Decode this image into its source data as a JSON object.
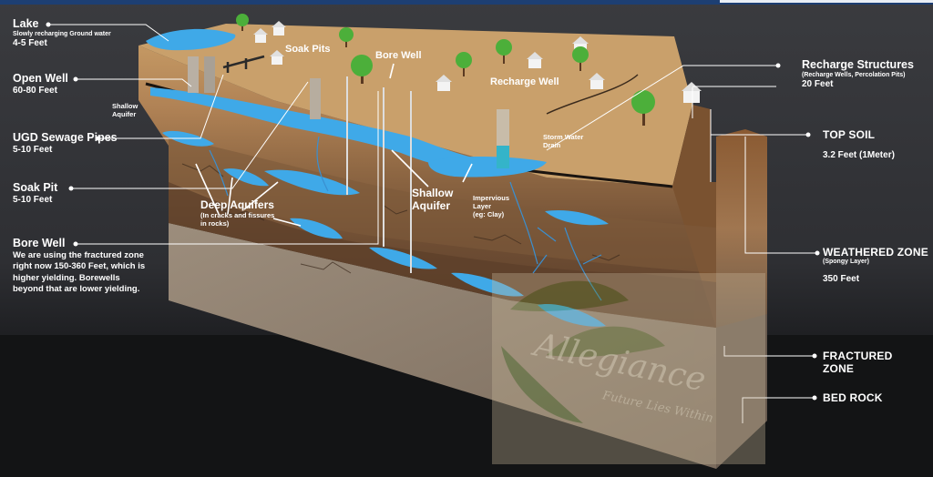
{
  "left_labels": {
    "lake": {
      "title": "Lake",
      "sub": "Slowly recharging Ground water",
      "value": "4-5 Feet"
    },
    "open_well": {
      "title": "Open Well",
      "value": "60-80 Feet"
    },
    "ugd_sewage": {
      "title": "UGD Sewage Pipes",
      "value": "5-10 Feet"
    },
    "soak_pit": {
      "title": "Soak Pit",
      "value": "5-10 Feet"
    },
    "bore_well": {
      "title": "Bore Well",
      "desc": [
        "We are using the fractured zone",
        "right now 150-360 Feet, which is",
        "higher yielding. Borewells",
        "beyond that are lower yielding."
      ]
    }
  },
  "right_labels": {
    "recharge": {
      "title": "Recharge Structures",
      "sub": "(Recharge Wells, Percolation Pits)",
      "value": "20 Feet"
    },
    "top_soil": {
      "title": "TOP SOIL",
      "value": "3.2 Feet (1Meter)"
    },
    "weathered": {
      "title": "WEATHERED ZONE",
      "sub": "(Spongy Layer)",
      "value": "350 Feet"
    },
    "fractured": {
      "title1": "FRACTURED",
      "title2": "ZONE"
    },
    "bedrock": {
      "title": "BED ROCK"
    }
  },
  "inner_labels": {
    "soak_pits": "Soak Pits",
    "bore_well": "Bore Well",
    "recharge_well": "Recharge Well",
    "shallow_aquifer_small": [
      "Shallow",
      "Aquifer"
    ],
    "storm_water": [
      "Storm Water",
      "Drain"
    ],
    "deep_aquifers": "Deep Aquifers",
    "deep_aquifers_sub": [
      "(In cracks and fissures",
      "in rocks)"
    ],
    "shallow_aquifer_big": [
      "Shallow",
      "Aquifer"
    ],
    "impervious": [
      "Impervious",
      "Layer",
      "(eg: Clay)"
    ]
  },
  "watermark": {
    "brand": "Allegiance",
    "tagline": "Future Lies Within"
  },
  "colors": {
    "water": "#3fa9e8",
    "soil_top": "#c59a62",
    "weathered": "#8f6a45",
    "fractured": "#6b4a32",
    "bedrock": "#8a7a6a",
    "background": "#2f3034"
  }
}
